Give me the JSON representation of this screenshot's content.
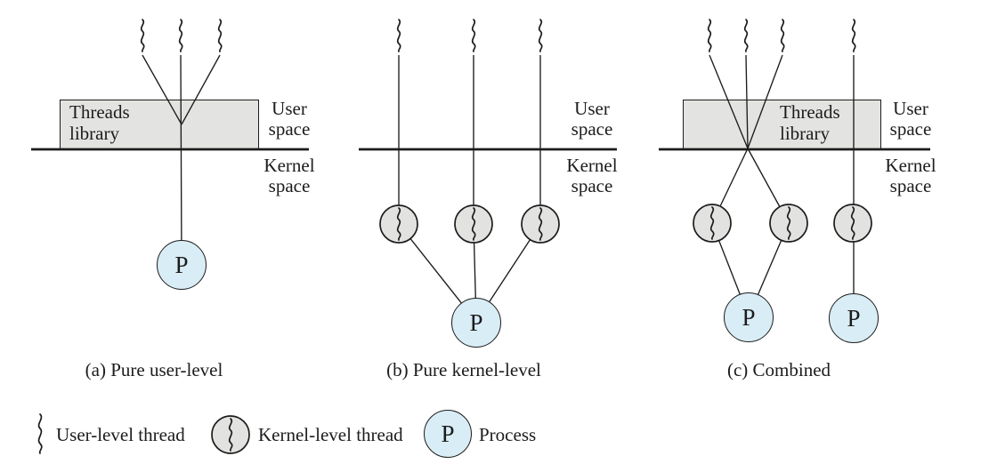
{
  "figure": {
    "panels": [
      {
        "caption": "(a) Pure user-level",
        "threads_library_label": "Threads\nlibrary",
        "user_space_label": "User\nspace",
        "kernel_space_label": "Kernel\nspace",
        "user_level_threads": 3,
        "kernel_level_threads": 0,
        "processes": 1
      },
      {
        "caption": "(b) Pure kernel-level",
        "user_space_label": "User\nspace",
        "kernel_space_label": "Kernel\nspace",
        "user_level_threads": 3,
        "kernel_level_threads": 3,
        "processes": 1
      },
      {
        "caption": "(c) Combined",
        "threads_library_label": "Threads\nlibrary",
        "user_space_label": "User\nspace",
        "kernel_space_label": "Kernel\nspace",
        "user_level_threads": 4,
        "kernel_level_threads": 3,
        "processes": 2
      }
    ],
    "process_letter": "P",
    "legend": {
      "items": [
        {
          "icon": "user-level-thread-icon",
          "label": "User-level thread"
        },
        {
          "icon": "kernel-level-thread-icon",
          "label": "Kernel-level thread"
        },
        {
          "icon": "process-icon",
          "label": "Process"
        }
      ]
    },
    "colors": {
      "line": "#1c1c1c",
      "box-fill": "#e3e3e1",
      "kernel-thread-fill": "#e2e2e0",
      "process-fill": "#d9edf6"
    }
  }
}
